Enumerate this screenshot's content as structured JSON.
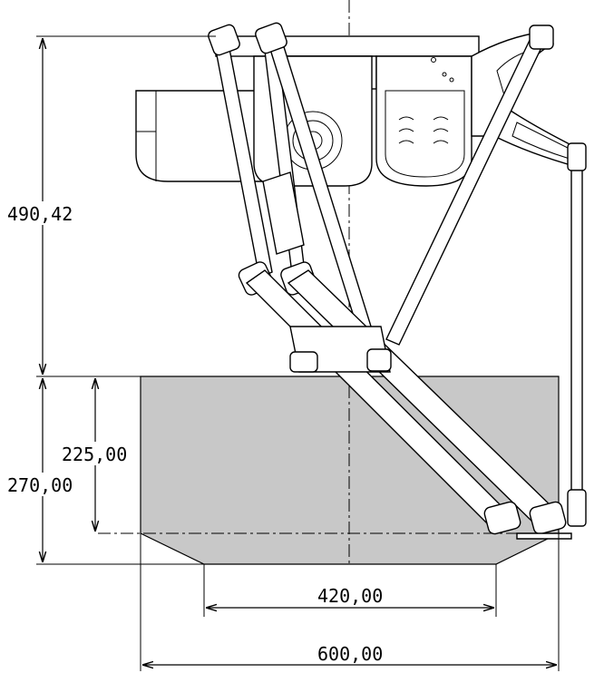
{
  "drawing": {
    "dimensions": {
      "total_height": "490,42",
      "work_height": "270,00",
      "inner_height": "225,00",
      "bottom_width": "420,00",
      "top_width": "600,00"
    },
    "colors": {
      "workspace_fill": "#c8c8c8",
      "line": "#000000",
      "background": "#ffffff"
    }
  }
}
